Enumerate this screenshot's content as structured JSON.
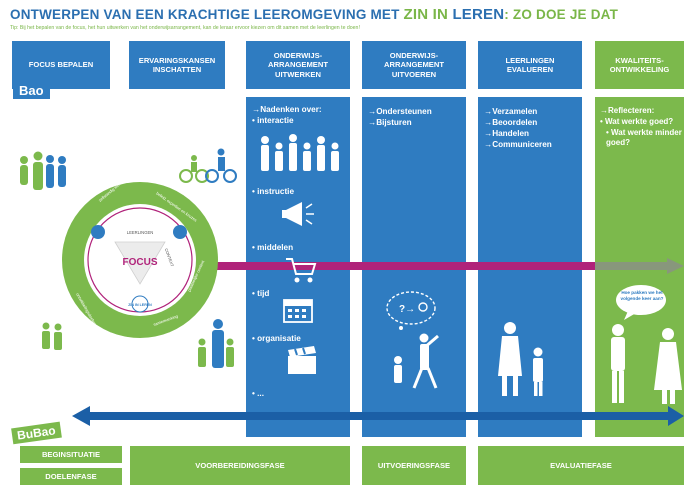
{
  "title": {
    "part1": "ONTWERPEN VAN EEN KRACHTIGE LEEROMGEVING MET ",
    "zin": "ZIN IN ",
    "leren": "LEREN",
    "tail": ": ZO DOE JE DAT"
  },
  "subtitle": "Tip: Bij het bepalen van de focus, het hun uitwerken van het onderwijsarrangement, kan de leraar ervoor kiezen om dit samen met de leerlingen te doen!",
  "headers": [
    {
      "label": "FOCUS BEPALEN",
      "color": "#2f7cc1"
    },
    {
      "label": "ERVARINGSKANSEN INSCHATTEN",
      "color": "#2f7cc1"
    },
    {
      "label": "ONDERWIJS-ARRANGEMENT UITWERKEN",
      "color": "#2f7cc1"
    },
    {
      "label": "ONDERWIJS-ARRANGEMENT UITVOEREN",
      "color": "#2f7cc1"
    },
    {
      "label": "LEERLINGEN EVALUEREN",
      "color": "#2f7cc1"
    },
    {
      "label": "KWALITEITS-ONTWIKKELING",
      "color": "#7cb94c"
    }
  ],
  "tags": {
    "bao": "Bao",
    "bubao": "BuBao"
  },
  "circle": {
    "focus": "FOCUS",
    "inner": [
      "LEERLINGEN",
      "CONTEXT",
      "ZIN IN LEREN"
    ],
    "ring": [
      "zelfstandig werken en leren",
      "beleid, expertise en keuzes",
      "plaatselijke context",
      "samenwerking",
      "ontwikkelingsdoelen en leerplannen"
    ]
  },
  "col_uitwerken": {
    "intro": "→Nadenken over:",
    "items": [
      "• interactie",
      "• instructie",
      "• middelen",
      "• tijd",
      "• organisatie",
      "• ..."
    ]
  },
  "col_uitvoeren": [
    "→Ondersteunen",
    "→Bijsturen"
  ],
  "col_evalueren": [
    "→Verzamelen",
    "→Beoordelen",
    "→Handelen",
    "→Communiceren"
  ],
  "col_kwaliteit": [
    "→Reflecteren:",
    "• Wat werkte goed?",
    "• Wat werkte minder goed?"
  ],
  "speech": "Hoe pakken we het volgende keer aan?",
  "phases": {
    "beginsituatie": "BEGINSITUATIE",
    "doelenfase": "DOELENFASE",
    "voorbereiding": "VOORBEREIDINGSFASE",
    "uitvoering": "UITVOERINGSFASE",
    "evaluatie": "EVALUATIEFASE"
  },
  "colors": {
    "blue": "#2f7cc1",
    "green": "#7cb94c",
    "magenta": "#b0237a",
    "darkblue": "#1b5fa6"
  }
}
